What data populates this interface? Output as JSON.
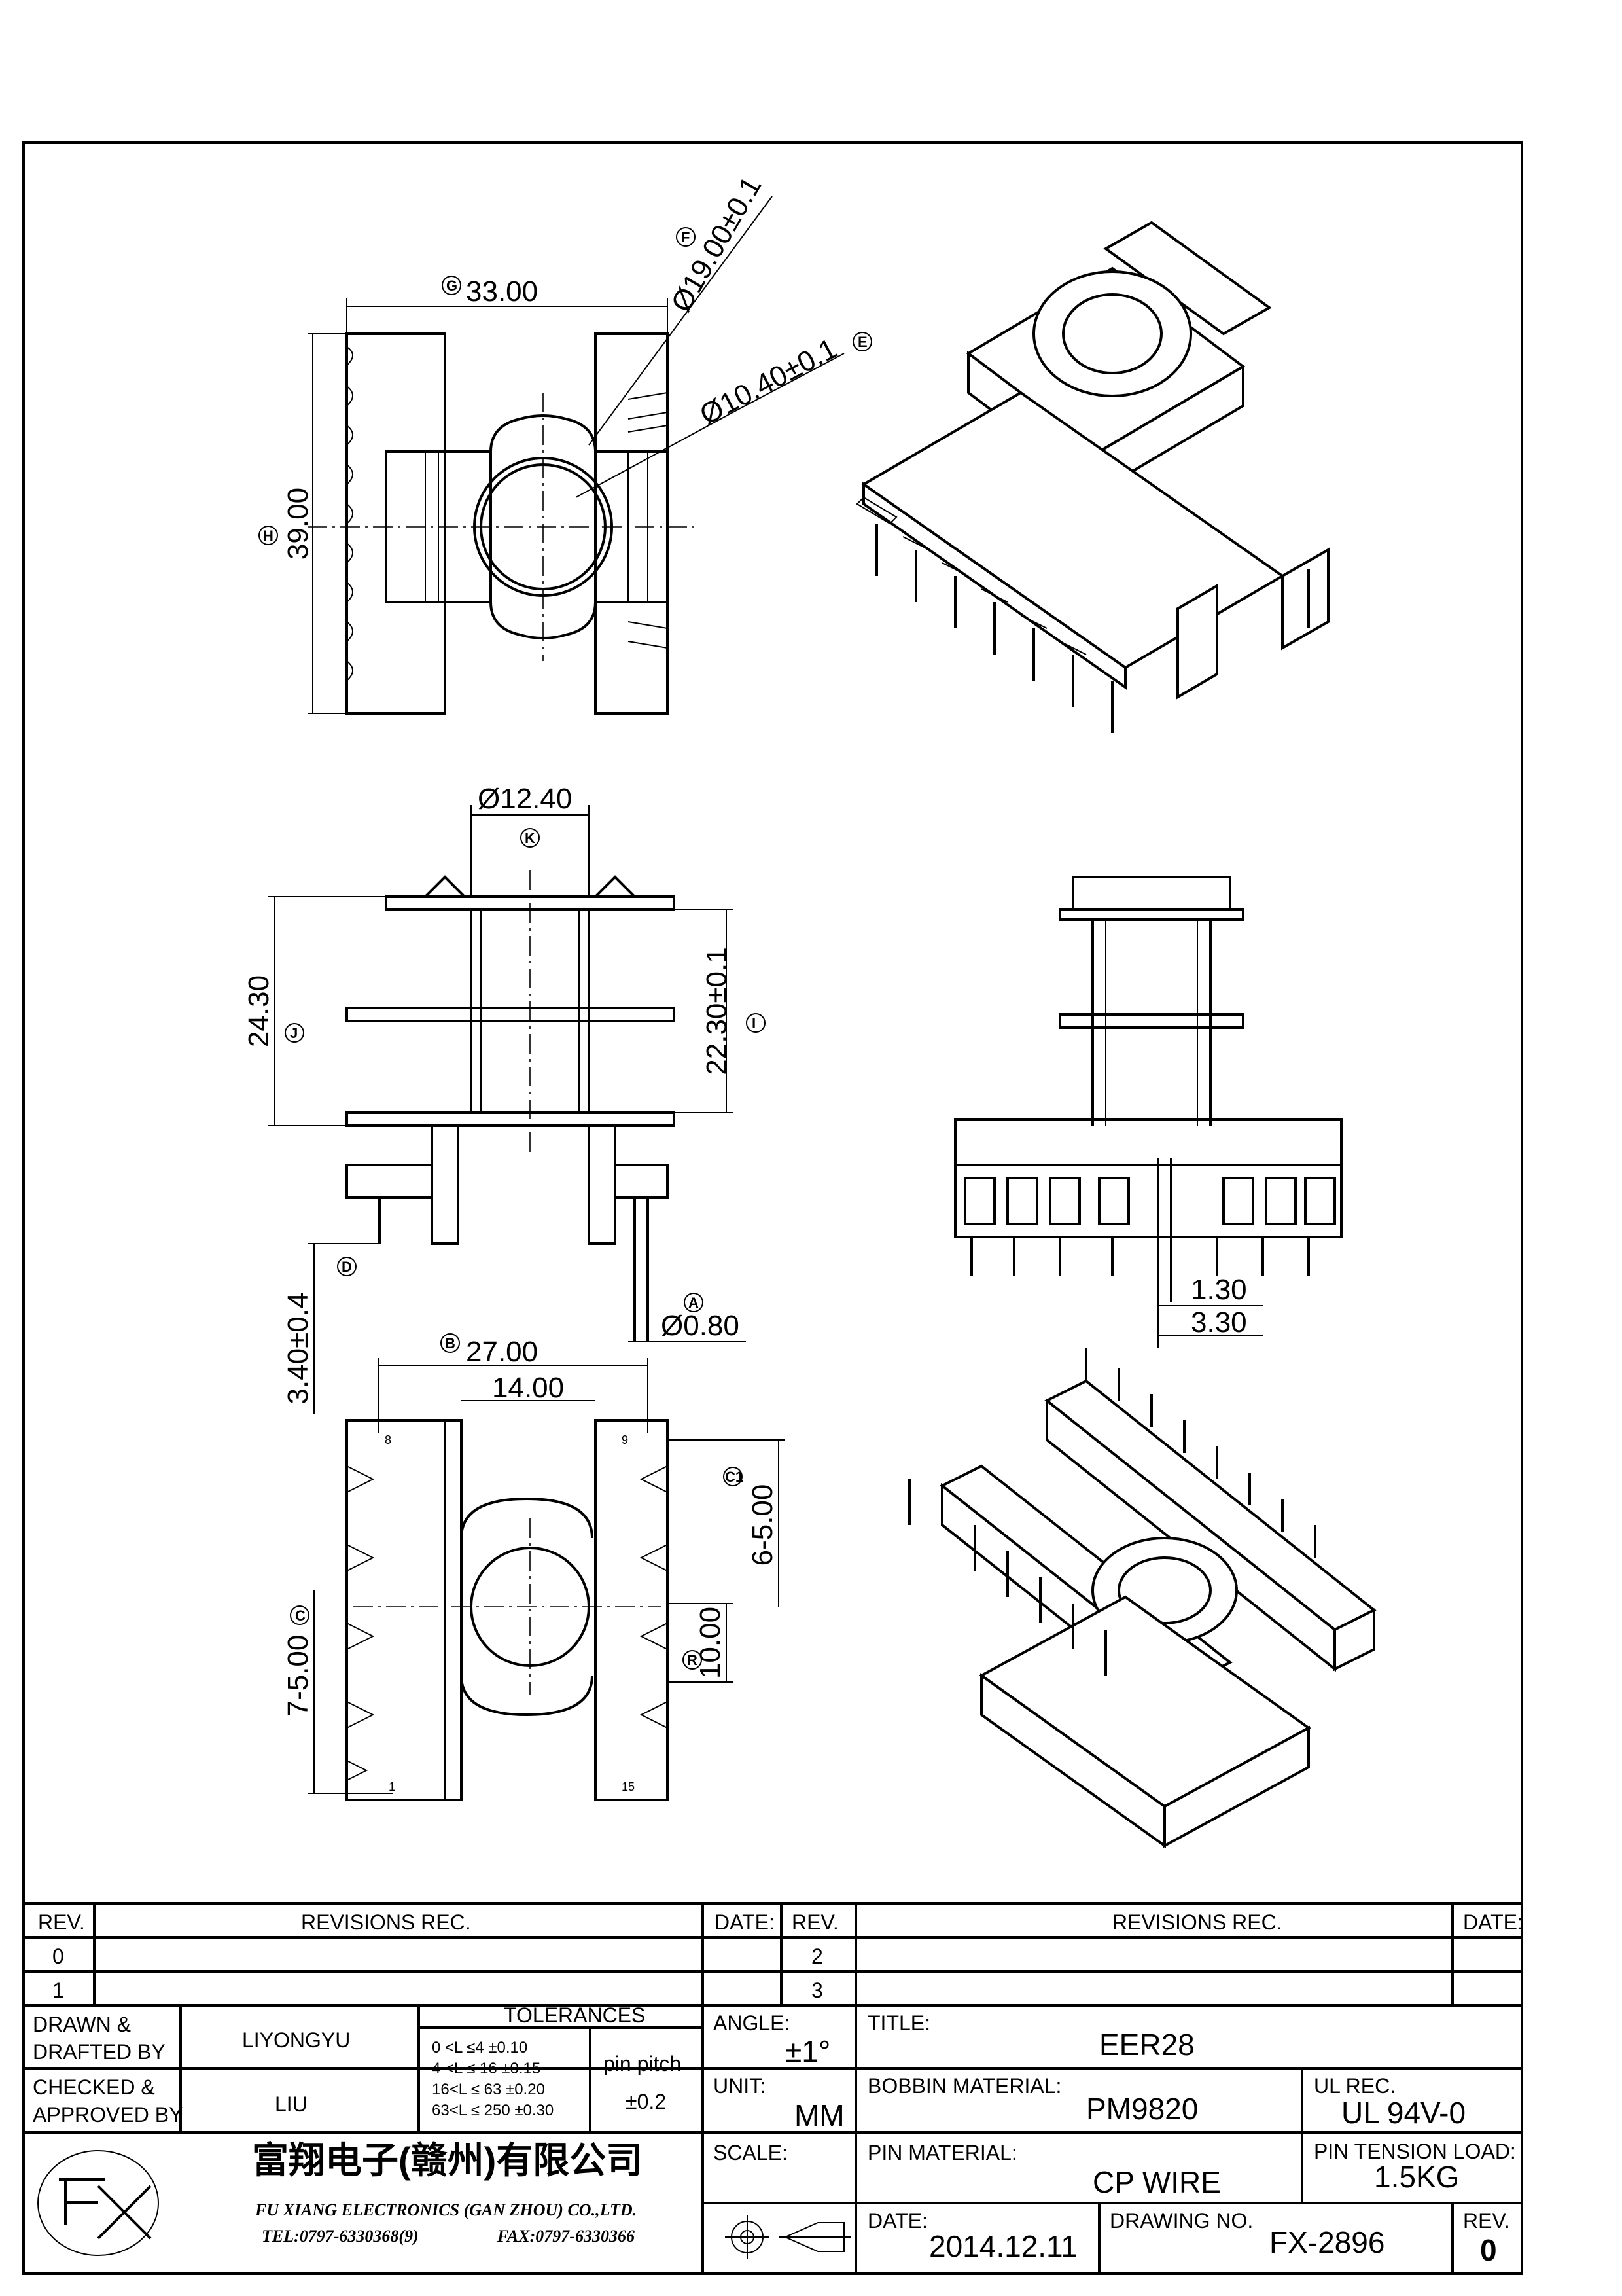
{
  "drawing": {
    "top_view": {
      "dim_width": "33.00",
      "dim_width_tag": "G",
      "dim_height": "39.00",
      "dim_height_tag": "H",
      "dim_outer_dia": "Ø19.00±0.1",
      "dim_outer_dia_tag": "F",
      "dim_inner_dia": "Ø10.40±0.1",
      "dim_inner_dia_tag": "E"
    },
    "front_view": {
      "dim_tube_dia": "Ø12.40",
      "dim_tube_dia_tag": "K",
      "dim_total_height": "24.30",
      "dim_total_height_tag": "J",
      "dim_window_height": "22.30±0.1",
      "dim_window_height_tag": "I",
      "dim_pin_length": "3.40±0.4",
      "dim_pin_length_tag": "D",
      "dim_pin_dia": "Ø0.80",
      "dim_pin_dia_tag": "A"
    },
    "side_view": {
      "dim_a": "1.30",
      "dim_b": "3.30"
    },
    "bottom_view": {
      "dim_span": "27.00",
      "dim_span_tag": "B",
      "dim_inner": "14.00",
      "dim_pitch_right": "6-5.00",
      "dim_pitch_right_tag": "C1",
      "dim_pitch_left": "7-5.00",
      "dim_pitch_left_tag": "C",
      "dim_row_gap": "10.00",
      "dim_row_gap_tag": "R",
      "pin_labels": [
        "8",
        "9",
        "1",
        "15"
      ]
    }
  },
  "title_block": {
    "rev_header": "REV.",
    "revisions_header": "REVISIONS   REC.",
    "date_header": "DATE:",
    "rev_rows": [
      "0",
      "1"
    ],
    "rev_rows_right": [
      "2",
      "3"
    ],
    "drawn_label": "DRAWN &\nDRAFTED BY",
    "drawn_value": "LIYONGYU",
    "checked_label": "CHECKED &\nAPPROVED BY",
    "checked_value": "LIU",
    "tolerances_label": "TOLERANCES",
    "tol_lines": [
      "0  <L  ≤4    ±0.10",
      "4  <L  ≤  16  ±0.15",
      "16<L  ≤  63  ±0.20",
      "63<L  ≤  250  ±0.30"
    ],
    "pin_pitch_label": "pin pitch",
    "pin_pitch_value": "±0.2",
    "angle_label": "ANGLE:",
    "angle_value": "±1°",
    "unit_label": "UNIT:",
    "unit_value": "MM",
    "scale_label": "SCALE:",
    "title_label": "TITLE:",
    "title_value": "EER28",
    "bobbin_material_label": "BOBBIN  MATERIAL:",
    "bobbin_material_value": "PM9820",
    "ul_label": "UL  REC.",
    "ul_value": "UL  94V-0",
    "pin_material_label": "PIN  MATERIAL:",
    "pin_material_value": "CP  WIRE",
    "pin_tension_label": "PIN  TENSION  LOAD:",
    "pin_tension_value": "1.5KG",
    "date_label": "DATE:",
    "date_value": "2014.12.11",
    "drawing_no_label": "DRAWING  NO.",
    "drawing_no_value": "FX-2896",
    "rev_label": "REV.",
    "rev_value": "0",
    "company_cn": "富翔电子(赣州)有限公司",
    "company_en": "FU XIANG ELECTRONICS (GAN ZHOU) CO.,LTD.",
    "company_tel": "TEL:0797-6330368(9)",
    "company_fax": "FAX:0797-6330366"
  }
}
